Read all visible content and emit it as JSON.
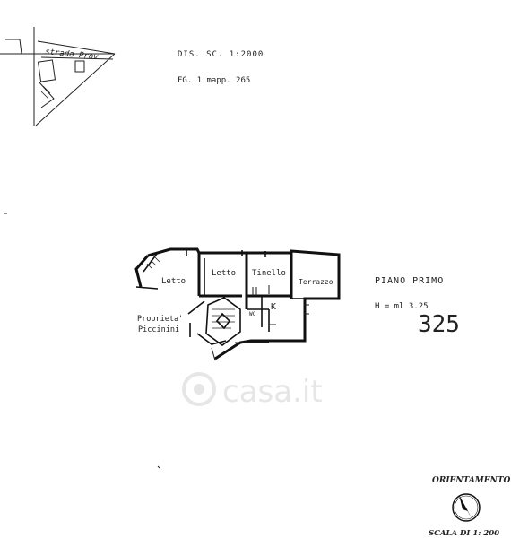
{
  "header": {
    "scale_text": "DIS. SC. 1:2000",
    "cadastral_ref": "FG. 1 mapp. 265"
  },
  "map": {
    "road_label": "strada Prov."
  },
  "rooms": {
    "letto_1": "Letto",
    "letto_2": "Letto",
    "tinello": "Tinello",
    "terrazzo": "Terrazzo",
    "wc": "WC",
    "kitchen": "K",
    "neighbor_line1": "Proprieta'",
    "neighbor_line2": "Piccinini"
  },
  "floor_info": {
    "level": "PIANO PRIMO",
    "height": "H = ml 3.25",
    "number": "325"
  },
  "watermark": "casa.it",
  "orientation": {
    "title": "ORIENTAMENTO",
    "scale": "SCALA DI 1: 200",
    "icon": "compass-icon"
  }
}
